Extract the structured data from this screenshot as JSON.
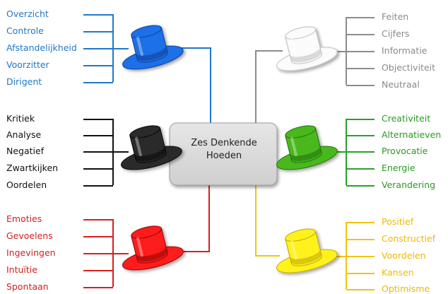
{
  "diagram": {
    "center": {
      "line1": "Zes Denkende",
      "line2": "Hoeden"
    },
    "colors": {
      "blue": "#1f78c8",
      "black": "#111111",
      "red": "#d42020",
      "gray": "#8c8c8c",
      "green": "#2aa02a",
      "yellow": "#f2c40a"
    },
    "groups": {
      "blue": {
        "items": [
          "Overzicht",
          "Controle",
          "Afstandelijkheid",
          "Voorzitter",
          "Dirigent"
        ]
      },
      "black": {
        "items": [
          "Kritiek",
          "Analyse",
          "Negatief",
          "Zwartkijken",
          "Oordelen"
        ]
      },
      "red": {
        "items": [
          "Emoties",
          "Gevoelens",
          "Ingevingen",
          "Intuïtie",
          "Spontaan"
        ]
      },
      "white": {
        "items": [
          "Feiten",
          "Cijfers",
          "Informatie",
          "Objectiviteit",
          "Neutraal"
        ]
      },
      "green": {
        "items": [
          "Creativiteit",
          "Alternatieven",
          "Provocatie",
          "Energie",
          "Verandering"
        ]
      },
      "yellow": {
        "items": [
          "Positief",
          "Constructief",
          "Voordelen",
          "Kansen",
          "Optimisme"
        ]
      }
    }
  }
}
